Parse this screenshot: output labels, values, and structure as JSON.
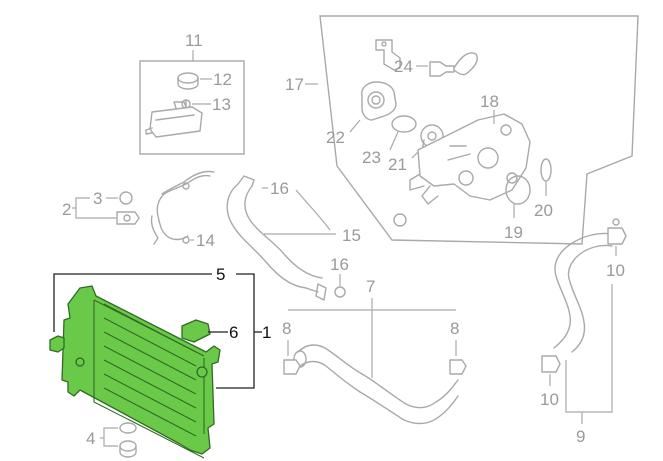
{
  "diagram": {
    "highlight_color": "#6bc94a",
    "callouts": {
      "c1": "1",
      "c2": "2",
      "c3": "3",
      "c4": "4",
      "c5": "5",
      "c6": "6",
      "c7": "7",
      "c8a": "8",
      "c8b": "8",
      "c9": "9",
      "c10a": "10",
      "c10b": "10",
      "c11": "11",
      "c12": "12",
      "c13": "13",
      "c14": "14",
      "c15": "15",
      "c16a": "16",
      "c16b": "16",
      "c17": "17",
      "c18": "18",
      "c19": "19",
      "c20": "20",
      "c21": "21",
      "c22": "22",
      "c23": "23",
      "c24": "24"
    }
  }
}
